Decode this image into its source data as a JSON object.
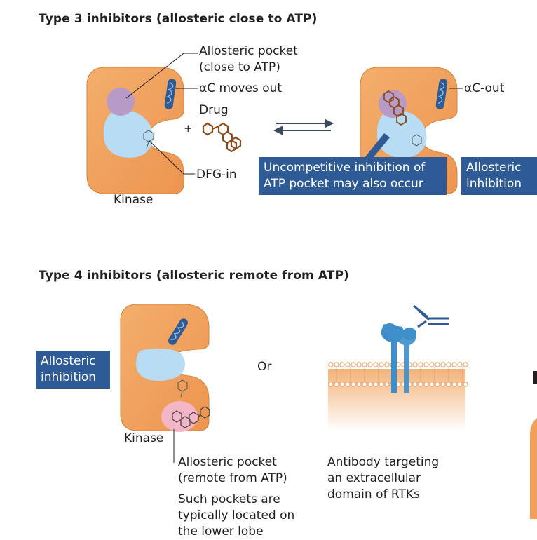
{
  "section3": {
    "title": "Type 3 inhibitors (allosteric close to ATP)",
    "label_pocket_line1": "Allosteric pocket",
    "label_pocket_line2": "(close to ATP)",
    "label_ac_moves": "αC moves out",
    "label_drug": "Drug",
    "label_dfg": "DFG-in",
    "label_kinase": "Kinase",
    "label_ac_out": "αC-out",
    "plus_sign": "+",
    "box_uncompetitive_line1": "Uncompetitive inhibition of",
    "box_uncompetitive_line2": "ATP pocket may also occur",
    "box_allosteric_line1": "Allosteric",
    "box_allosteric_line2": "inhibition"
  },
  "section4": {
    "title": "Type 4 inhibitors (allosteric remote from ATP)",
    "box_allosteric_line1": "Allosteric",
    "box_allosteric_line2": "inhibition",
    "label_kinase": "Kinase",
    "label_or": "Or",
    "label_pocket_line1": "Allosteric pocket",
    "label_pocket_line2": "(remote from ATP)",
    "note_line1": "Such pockets are",
    "note_line2": "typically located on",
    "note_line3": "the lower lobe",
    "antibody_line1": "Antibody targeting",
    "antibody_line2": "an extracellular",
    "antibody_line3": "domain of RTKs"
  },
  "colors": {
    "kinase_orange": "#f0a05a",
    "kinase_stroke": "#d9833b",
    "atp_pocket_blue": "#b7dcf3",
    "allosteric_purple": "#b79ac6",
    "remote_pocket_pink": "#f2b6c6",
    "helix_blue": "#2e5a96",
    "drug_brown": "#8a4a1c",
    "label_box_blue": "#2e5a96",
    "antibody_blue": "#3d8ec9",
    "membrane_orange": "#f3b27a"
  }
}
